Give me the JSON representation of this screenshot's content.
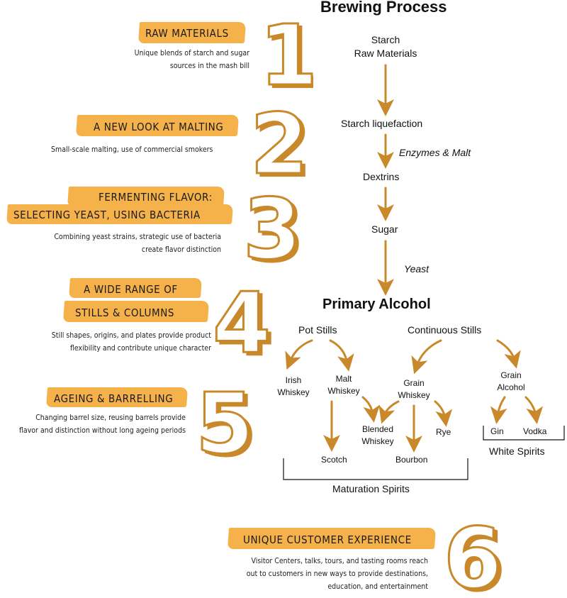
{
  "colors": {
    "accent": "#f6b24a",
    "arrow": "#c9892b",
    "number_stroke": "#c9892b"
  },
  "sections": [
    {
      "number": "1",
      "title": "RAW MATERIALS",
      "desc": [
        "Unique blends of starch and sugar",
        "sources in the mash bill"
      ]
    },
    {
      "number": "2",
      "title": "A NEW LOOK AT MALTING",
      "desc": [
        "Small-scale malting, use of commercial smokers"
      ]
    },
    {
      "number": "3",
      "title": [
        "FERMENTING FLAVOR:",
        "SELECTING YEAST, USING BACTERIA"
      ],
      "desc": [
        "Combining yeast strains, strategic use of bacteria",
        "create flavor distinction"
      ]
    },
    {
      "number": "4",
      "title": [
        "A WIDE RANGE OF",
        "STILLS & COLUMNS"
      ],
      "desc": [
        "Still shapes, origins, and plates provide product",
        "flexibility and contribute unique character"
      ]
    },
    {
      "number": "5",
      "title": "AGEING & BARRELLING",
      "desc": [
        "Changing barrel size, reusing barrels provide",
        "flavor and distinction without long ageing periods"
      ]
    },
    {
      "number": "6",
      "title": "UNIQUE CUSTOMER EXPERIENCE",
      "desc": [
        "Visitor Centers, talks, tours, and tasting rooms reach",
        "out to customers in new ways to provide destinations,",
        "education, and entertainment"
      ]
    }
  ],
  "flow": {
    "title": "Brewing Process",
    "starch": "Starch",
    "raw_materials": "Raw Materials",
    "liquefaction": "Starch liquefaction",
    "enzymes": "Enzymes & Malt",
    "dextrins": "Dextrins",
    "sugar": "Sugar",
    "yeast": "Yeast",
    "primary": "Primary Alcohol",
    "pot_stills": "Pot Stills",
    "continuous_stills": "Continuous Stills",
    "irish": [
      "Irish",
      "Whiskey"
    ],
    "malt": [
      "Malt",
      "Whiskey"
    ],
    "grain_whiskey": [
      "Grain",
      "Whiskey"
    ],
    "grain_alcohol": [
      "Grain",
      "Alcohol"
    ],
    "blended": [
      "Blended",
      "Whiskey"
    ],
    "rye": "Rye",
    "scotch": "Scotch",
    "bourbon": "Bourbon",
    "gin": "Gin",
    "vodka": "Vodka",
    "maturation": "Maturation Spirits",
    "white": "White Spirits"
  }
}
